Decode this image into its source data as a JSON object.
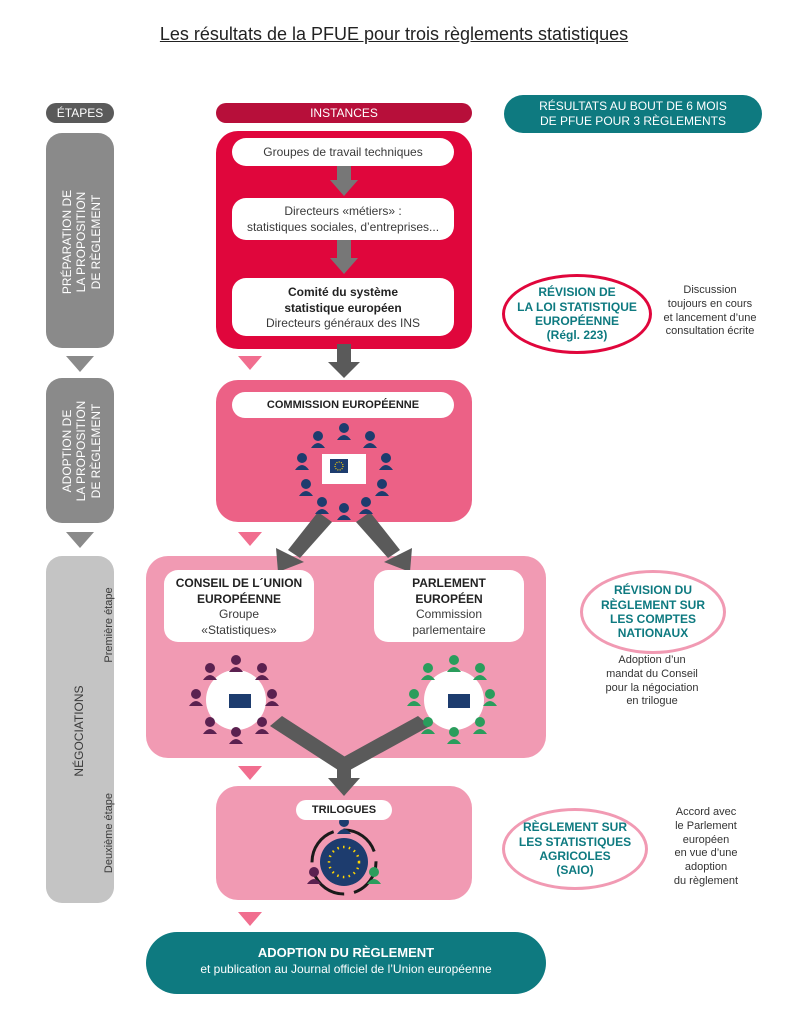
{
  "title": "Les résultats de la PFUE pour trois règlements statistiques",
  "headers": {
    "etapes": "ÉTAPES",
    "instances": "INSTANCES",
    "resultats_l1": "RÉSULTATS AU BOUT DE 6 MOIS",
    "resultats_l2": "DE PFUE POUR 3 RÈGLEMENTS"
  },
  "stages": {
    "preparation": [
      "PRÉPARATION DE",
      "LA PROPOSITION",
      "DE RÈGLEMENT"
    ],
    "adoption": [
      "ADOPTION DE",
      "LA PROPOSITION",
      "DE RÈGLEMENT"
    ],
    "negociations": "NÉGOCIATIONS",
    "premiere": "Première étape",
    "deuxieme": "Deuxième étape"
  },
  "instances": {
    "groupes": "Groupes de travail techniques",
    "directeurs_l1": "Directeurs «métiers» :",
    "directeurs_l2": "statistiques sociales, d’entreprises...",
    "comite_l1": "Comité du système",
    "comite_l2": "statistique européen",
    "comite_l3": "Directeurs généraux des INS",
    "commission": "COMMISSION EUROPÉENNE",
    "conseil_l1": "CONSEIL DE L´UNION",
    "conseil_l2": "EUROPÉENNE",
    "conseil_l3": "Groupe",
    "conseil_l4": "«Statistiques»",
    "parlement_l1": "PARLEMENT",
    "parlement_l2": "EUROPÉEN",
    "parlement_l3": "Commission",
    "parlement_l4": "parlementaire",
    "trilogues": "TRILOGUES"
  },
  "results": [
    {
      "oval": [
        "RÉVISION DE",
        "LA LOI STATISTIQUE",
        "EUROPÉENNE",
        "(Régl. 223)"
      ],
      "note": [
        "Discussion",
        "toujours en cours",
        "et lancement d’une",
        "consultation écrite"
      ]
    },
    {
      "oval": [
        "RÉVISION DU",
        "RÈGLEMENT SUR",
        "LES COMPTES",
        "NATIONAUX"
      ],
      "note": [
        "Adoption d’un",
        "mandat du Conseil",
        "pour la négociation",
        "en trilogue"
      ]
    },
    {
      "oval": [
        "RÈGLEMENT SUR",
        "LES STATISTIQUES",
        "AGRICOLES",
        "(SAIO)"
      ],
      "note": [
        "Accord avec",
        "le Parlement",
        "européen",
        "en vue d’une",
        "adoption",
        "du règlement"
      ]
    }
  ],
  "final": {
    "l1": "ADOPTION DU RÈGLEMENT",
    "l2": "et publication au Journal officiel de l’Union européenne"
  },
  "colors": {
    "crimson": "#e0063c",
    "pink": "#ec6186",
    "lightpink": "#f19ab3",
    "teal": "#0e7a80",
    "grey": "#8a8a8a",
    "navy": "#1d3c6e",
    "purple": "#5b2150",
    "green": "#2a9d5c"
  }
}
